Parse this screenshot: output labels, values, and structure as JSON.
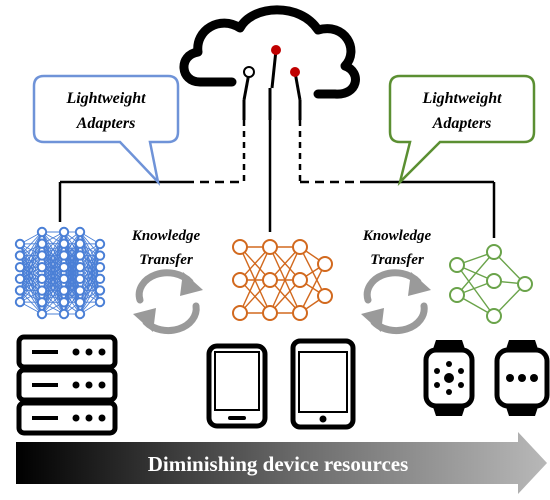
{
  "callouts": {
    "left": {
      "line1": "Lightweight",
      "line2": "Adapters",
      "border_color": "#6f93d8"
    },
    "right": {
      "line1": "Lightweight",
      "line2": "Adapters",
      "border_color": "#5b8f32"
    }
  },
  "transfer_labels": {
    "left": {
      "line1": "Knowledge",
      "line2": "Transfer"
    },
    "right": {
      "line1": "Knowledge",
      "line2": "Transfer"
    }
  },
  "bottom_arrow": {
    "label": "Diminishing device resources"
  },
  "colors": {
    "large_model": "#4a7fd6",
    "medium_model": "#d2691e",
    "small_model": "#6aa34a",
    "switch_dot": "#c00000",
    "cycle_arrows": "#9a9a9a",
    "line": "#000000"
  },
  "icons": [
    "cloud-icon",
    "server-rack-icon",
    "phone-icon",
    "tablet-icon",
    "smartwatch-icon",
    "smartwatch-square-icon"
  ]
}
